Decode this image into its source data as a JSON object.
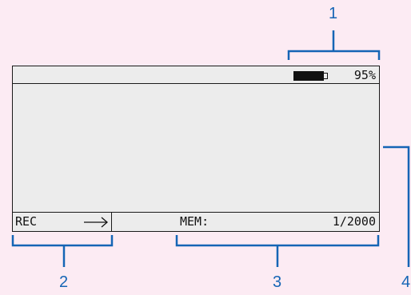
{
  "device": {
    "battery_percent": "95%",
    "rec_label": "REC",
    "mem_label": "MEM:",
    "mem_count": "1/2000",
    "arrow_icon": "right-arrow-icon"
  },
  "callouts": {
    "n1": "1",
    "n2": "2",
    "n3": "3",
    "n4": "4"
  },
  "colors": {
    "background": "#fcebf3",
    "callout": "#1565b5",
    "screen": "#ececec",
    "ink": "#111111"
  }
}
